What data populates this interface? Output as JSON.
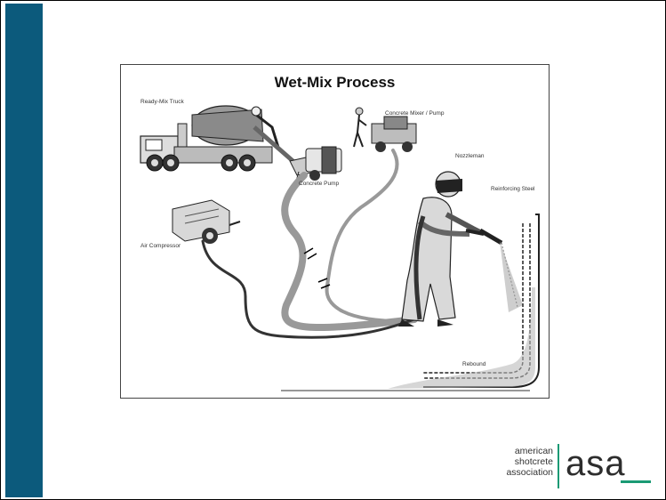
{
  "figure": {
    "title": "Wet-Mix Process",
    "labels": {
      "ready_mix_truck": "Ready-Mix Truck",
      "concrete_pump": "Concrete Pump",
      "concrete_mixer_pump": "Concrete Mixer / Pump",
      "nozzleman": "Nozzleman",
      "reinforcing_steel": "Reinforcing Steel",
      "air_compressor": "Air Compressor",
      "rebound": "Rebound"
    }
  },
  "logo": {
    "line1": "american",
    "line2": "shotcrete",
    "line3": "association",
    "mark": "asa",
    "accent_color": "#1a9a74"
  },
  "colors": {
    "side_bar": "#0c5a7c"
  }
}
